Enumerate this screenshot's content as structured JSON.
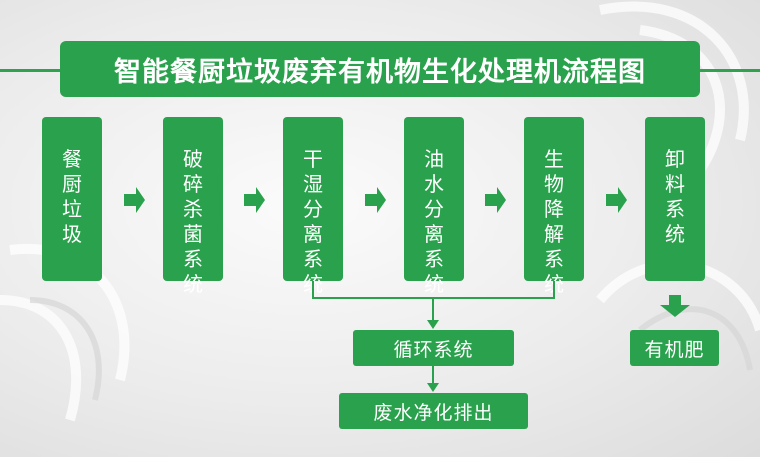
{
  "title": "智能餐厨垃圾废弃有机物生化处理机流程图",
  "stages": [
    {
      "label": "餐厨垃圾"
    },
    {
      "label": "破碎杀菌系统"
    },
    {
      "label": "干湿分离系统"
    },
    {
      "label": "油水分离系统"
    },
    {
      "label": "生物降解系统"
    },
    {
      "label": "卸料系统"
    }
  ],
  "circulation": {
    "label": "循环系统"
  },
  "wastewater": {
    "label": "废水净化排出"
  },
  "fertilizer": {
    "label": "有机肥"
  },
  "colors": {
    "primary_green": "#2aa14c",
    "background": "#ececec"
  }
}
